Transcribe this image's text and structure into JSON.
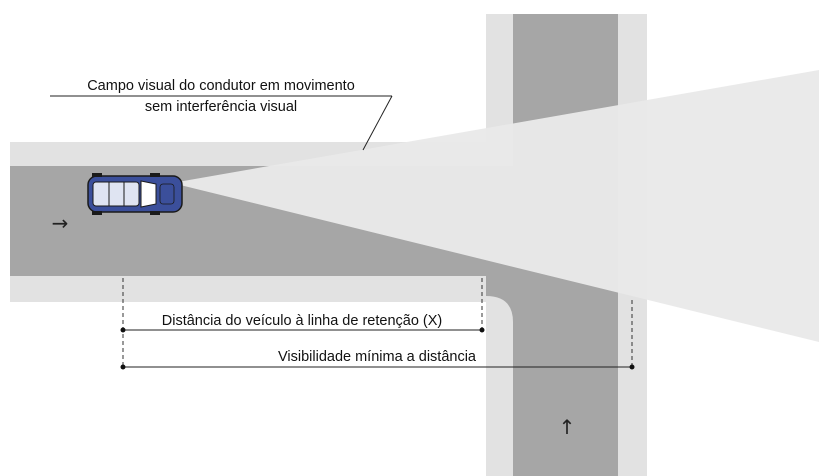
{
  "colors": {
    "background": "#ffffff",
    "sidewalk": "#e2e2e2",
    "sidewalk_edge": "#d2d2d2",
    "road": "#a6a6a6",
    "visual_field": "#e9e9e9",
    "vehicle_body": "#3b4f9b",
    "vehicle_outline": "#1a1a1a",
    "line": "#222222"
  },
  "labels": {
    "visual_field_line1": "Campo visual do condutor em movimento",
    "visual_field_line2": "sem interferência visual",
    "distance_to_stop_line": "Distância do veículo à linha de retenção (X)",
    "minimum_visibility": "Visibilidade mínima a distância"
  },
  "icons": {
    "horizontal_road_direction": "→",
    "vertical_road_direction": "↑"
  }
}
